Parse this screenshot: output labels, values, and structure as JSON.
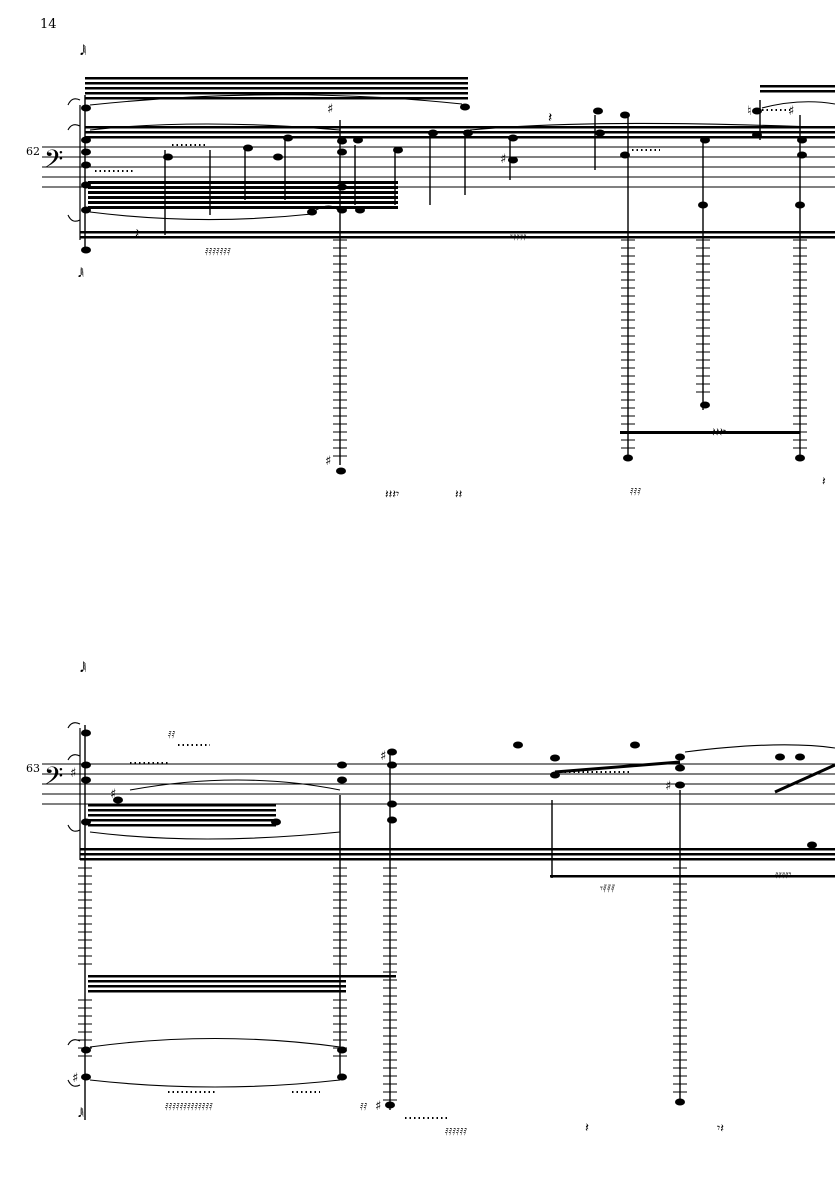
{
  "page": {
    "number": "14"
  },
  "systems": [
    {
      "measure_number": "62",
      "clef": "bass"
    },
    {
      "measure_number": "63",
      "clef": "bass"
    }
  ],
  "colors": {
    "ink": "#000000",
    "paper": "#ffffff"
  }
}
